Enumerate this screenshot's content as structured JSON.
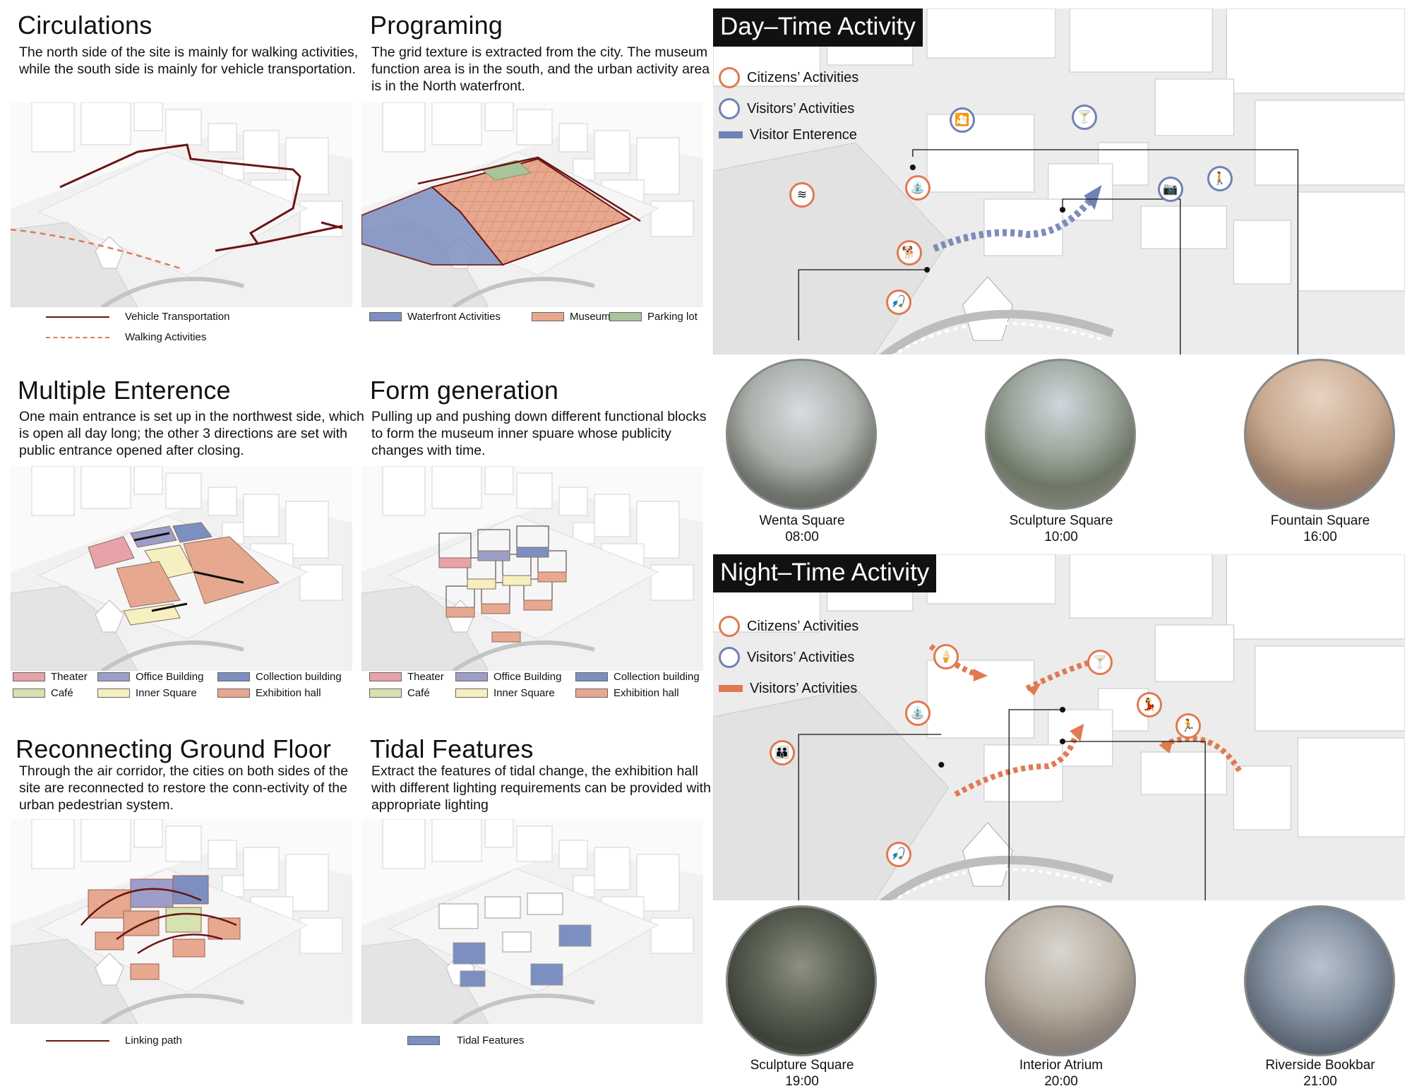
{
  "panels": [
    {
      "id": "circulations",
      "title": "Circulations",
      "desc": "The north side of the site is mainly for walking activities, while the south side is mainly for vehicle transportation.",
      "legend": [
        {
          "label": "Vehicle Transportation",
          "style": "solid",
          "color": "#6b1414"
        },
        {
          "label": "Walking Activities",
          "style": "dashed",
          "color": "#e07a50"
        }
      ]
    },
    {
      "id": "programing",
      "title": "Programing",
      "desc": "The grid texture is extracted from the city. The museum function area is in the south, and the urban activity area is in the North waterfront.",
      "legend": [
        {
          "label": "Waterfront Activities",
          "color": "#7d8fc0"
        },
        {
          "label": "Museum",
          "color": "#e6a88e"
        },
        {
          "label": "Parking lot",
          "color": "#a9c39a"
        }
      ]
    },
    {
      "id": "multiple-entrance",
      "title": "Multiple Enterence",
      "desc": "One main entrance is set up in the northwest side, which is open all day long; the other 3 directions are set with public entrance opened after closing.",
      "legend": [
        {
          "label": "Theater",
          "color": "#e8a3a8"
        },
        {
          "label": "Office Building",
          "color": "#9c9ec8"
        },
        {
          "label": "Collection building",
          "color": "#7d8fc0"
        },
        {
          "label": "Café",
          "color": "#d6e2b0"
        },
        {
          "label": "Inner Square",
          "color": "#f6efc0"
        },
        {
          "label": "Exhibition hall",
          "color": "#e6a88e"
        }
      ]
    },
    {
      "id": "form-generation",
      "title": "Form generation",
      "desc": "Pulling up and pushing down different functional blocks to form the museum inner spuare whose publicity changes with time.",
      "legend": [
        {
          "label": "Theater",
          "color": "#e8a3a8"
        },
        {
          "label": "Office Building",
          "color": "#9c9ec8"
        },
        {
          "label": "Collection building",
          "color": "#7d8fc0"
        },
        {
          "label": "Café",
          "color": "#d6e2b0"
        },
        {
          "label": "Inner Square",
          "color": "#f6efc0"
        },
        {
          "label": "Exhibition hall",
          "color": "#e6a88e"
        }
      ]
    },
    {
      "id": "reconnecting",
      "title": "Reconnecting Ground Floor",
      "desc": "Through the air corridor, the cities on both sides of the site are reconnected to restore the conn-ectivity of the urban pedestrian system.",
      "legend": [
        {
          "label": "Linking path",
          "style": "solid",
          "color": "#6b1414"
        }
      ]
    },
    {
      "id": "tidal",
      "title": "Tidal Features",
      "desc": "Extract the features of tidal change, the exhibition hall with different lighting requirements can be provided with appropriate lighting",
      "legend": [
        {
          "label": "Tidal Features",
          "color": "#7d8fc0"
        }
      ]
    }
  ],
  "day": {
    "title": "Day–Time Activity",
    "legend": [
      {
        "label": "Citizens’ Activities",
        "kind": "ring",
        "color": "#e07a50"
      },
      {
        "label": "Visitors’ Activities",
        "kind": "ring",
        "color": "#6f82b4"
      },
      {
        "label": "Visitor Enterence",
        "kind": "bar",
        "color": "#6f82b4"
      }
    ],
    "views": [
      {
        "name": "Wenta Square",
        "time": "08:00"
      },
      {
        "name": "Sculpture Square",
        "time": "10:00"
      },
      {
        "name": "Fountain Square",
        "time": "16:00"
      }
    ]
  },
  "night": {
    "title": "Night–Time Activity",
    "legend": [
      {
        "label": "Citizens’ Activities",
        "kind": "ring",
        "color": "#e07a50"
      },
      {
        "label": "Visitors’ Activities",
        "kind": "ring",
        "color": "#6f82b4"
      },
      {
        "label": "Visitors’ Activities",
        "kind": "bar",
        "color": "#e07a50"
      }
    ],
    "views": [
      {
        "name": "Sculpture Square",
        "time": "19:00"
      },
      {
        "name": "Interior Atrium",
        "time": "20:00"
      },
      {
        "name": "Riverside Bookbar",
        "time": "21:00"
      }
    ]
  },
  "colors": {
    "citizen": "#e07a50",
    "visitor": "#6f82b4",
    "museum": "#e6a88e",
    "waterfront": "#7d8fc0",
    "path": "#6b1414"
  }
}
